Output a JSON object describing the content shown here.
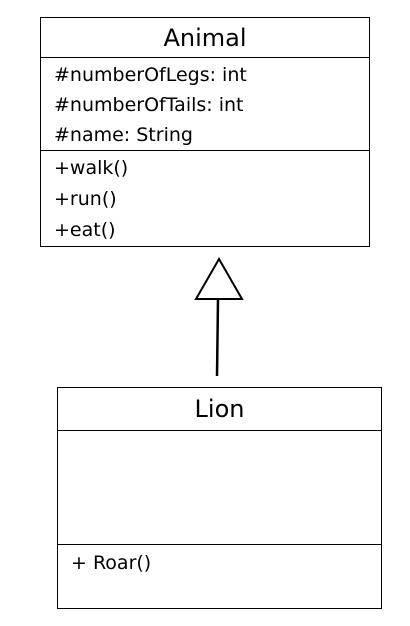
{
  "diagram": {
    "parent_class": {
      "name": "Animal",
      "attributes": [
        "#numberOfLegs: int",
        "#numberOfTails: int",
        "#name: String"
      ],
      "operations": [
        "+walk()",
        "+run()",
        "+eat()"
      ]
    },
    "child_class": {
      "name": "Lion",
      "attributes": [],
      "operations": [
        "+ Roar()"
      ]
    },
    "relationship": "inheritance"
  }
}
